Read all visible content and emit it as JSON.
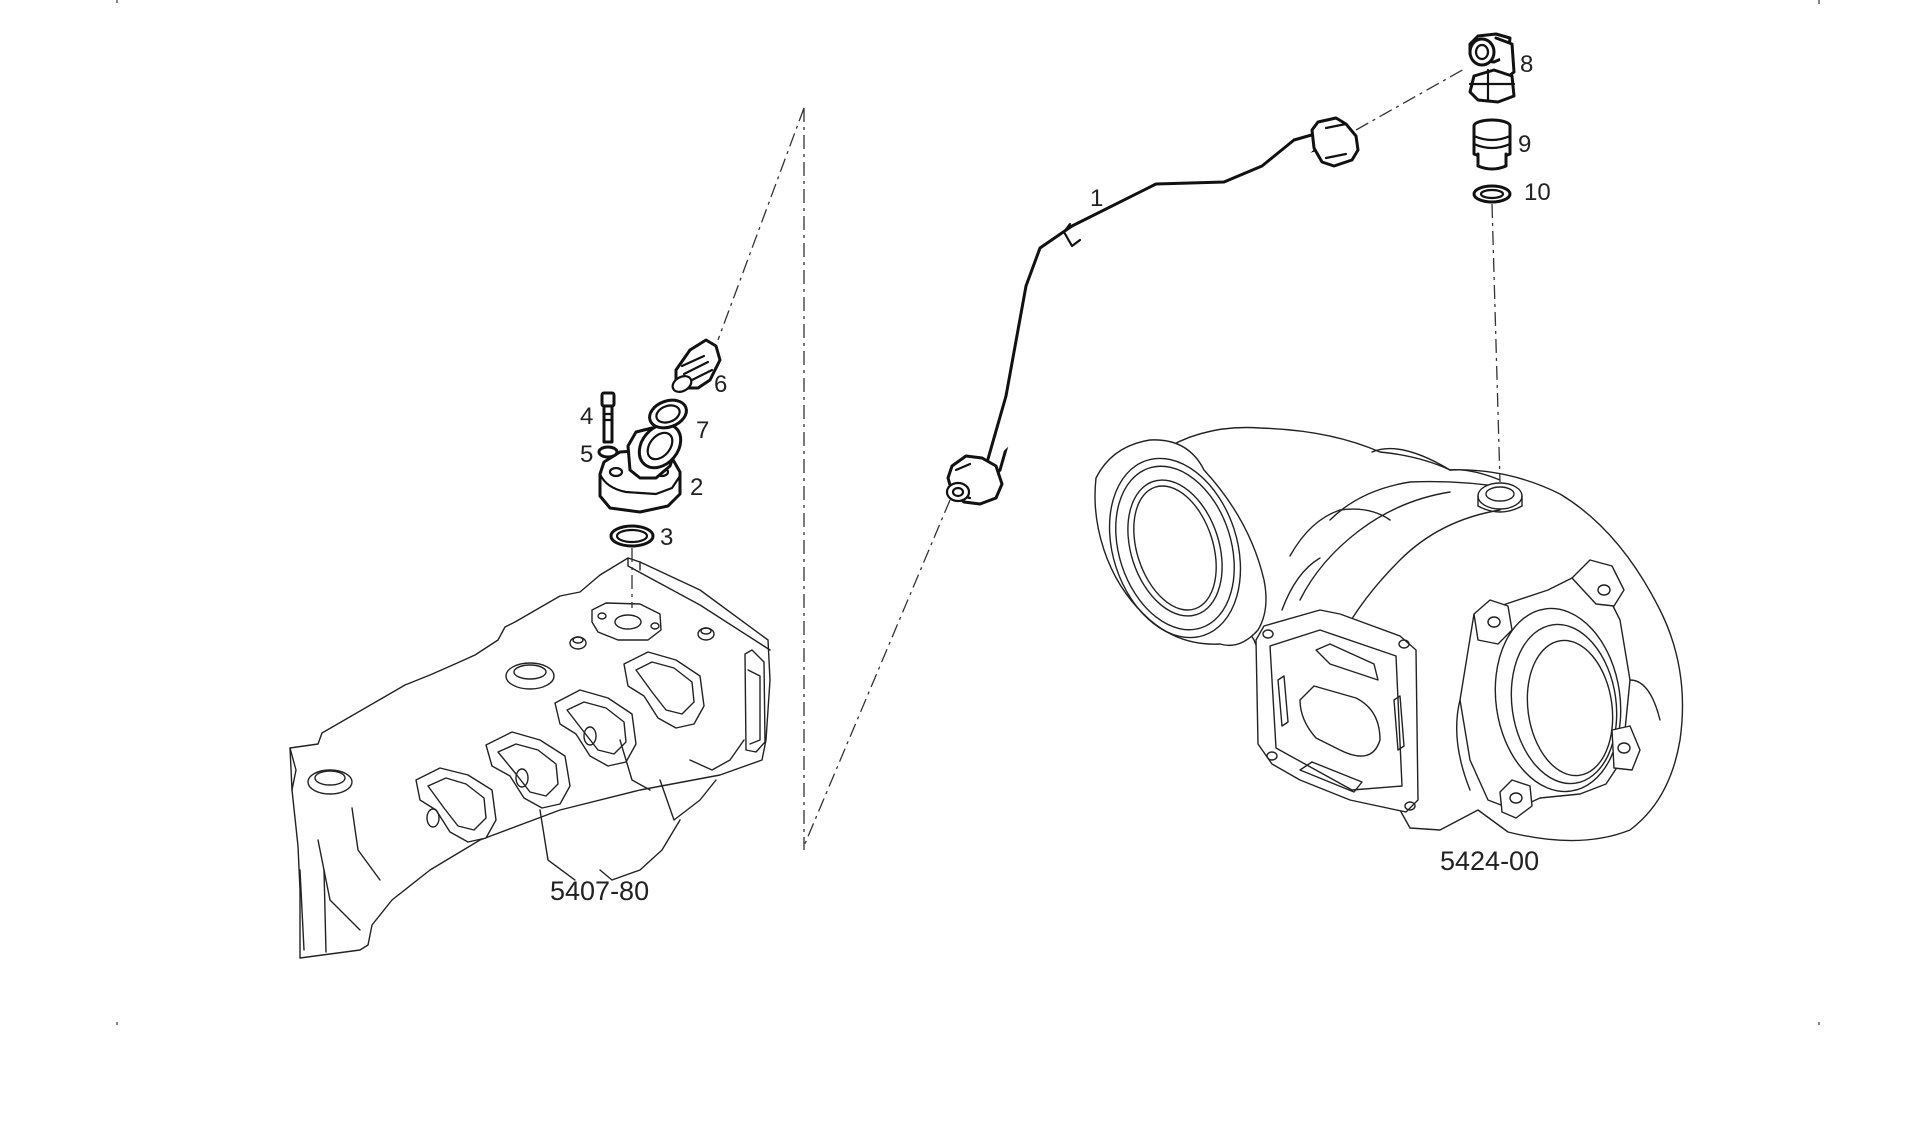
{
  "callouts": {
    "c1": "1",
    "c2": "2",
    "c3": "3",
    "c4": "4",
    "c5": "5",
    "c6": "6",
    "c7": "7",
    "c8": "8",
    "c9": "9",
    "c10": "10"
  },
  "references": {
    "left_assembly": "5407-80",
    "right_assembly": "5424-00"
  },
  "colors": {
    "line": "#111111",
    "background": "#ffffff"
  }
}
